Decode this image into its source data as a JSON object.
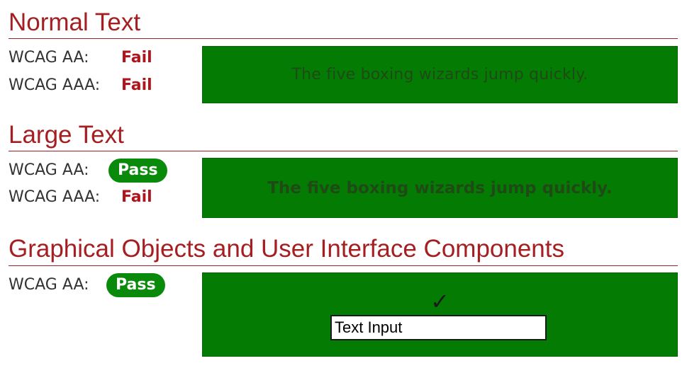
{
  "sections": [
    {
      "title": "Normal Text",
      "criteria": [
        {
          "label": "WCAG AA:",
          "result": "Fail"
        },
        {
          "label": "WCAG AAA:",
          "result": "Fail"
        }
      ],
      "sample_text": "The five boxing wizards jump quickly."
    },
    {
      "title": "Large Text",
      "criteria": [
        {
          "label": "WCAG AA:",
          "result": "Pass"
        },
        {
          "label": "WCAG AAA:",
          "result": "Fail"
        }
      ],
      "sample_text": "The five boxing wizards jump quickly."
    },
    {
      "title": "Graphical Objects and User Interface Components",
      "criteria": [
        {
          "label": "WCAG AA:",
          "result": "Pass"
        }
      ],
      "checkmark": "✓",
      "input_value": "Text Input"
    }
  ],
  "colors": {
    "heading": "#a51e22",
    "fail": "#b0141c",
    "pass_badge": "#0a8a0a",
    "sample_background": "#047c04",
    "sample_foreground": "#1f4a16"
  },
  "icons": {
    "checkmark": "checkmark-icon"
  }
}
